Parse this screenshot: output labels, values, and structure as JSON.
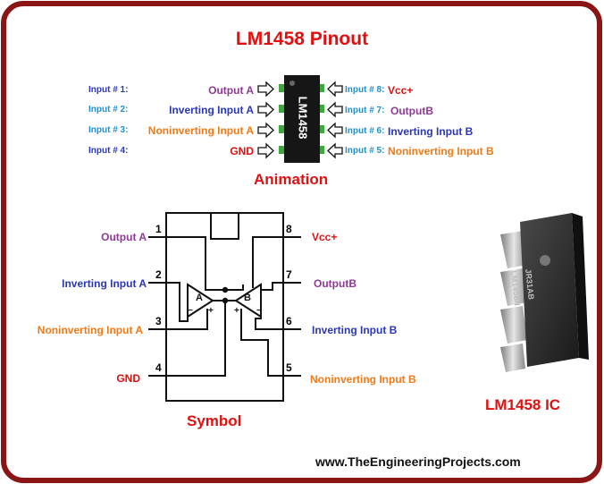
{
  "title": "LM1458 Pinout",
  "animation": {
    "heading": "Animation",
    "chip_label": "LM1458",
    "left_pins": [
      {
        "num": "Input # 1:",
        "name": "Output A"
      },
      {
        "num": "Input # 2:",
        "name": "Inverting Input A"
      },
      {
        "num": "Input # 3:",
        "name": "Noninverting Input A"
      },
      {
        "num": "Input # 4:",
        "name": "GND"
      }
    ],
    "right_pins": [
      {
        "num": "Input # 8:",
        "name": "Vcc+"
      },
      {
        "num": "Input # 7:",
        "name": "OutputB"
      },
      {
        "num": "Input # 6:",
        "name": "Inverting Input B"
      },
      {
        "num": "Input # 5:",
        "name": "Noninverting Input B"
      }
    ]
  },
  "symbol": {
    "heading": "Symbol",
    "left_pins": [
      {
        "n": "1",
        "name": "Output A"
      },
      {
        "n": "2",
        "name": "Inverting Input A"
      },
      {
        "n": "3",
        "name": "Noninverting Input A"
      },
      {
        "n": "4",
        "name": "GND"
      }
    ],
    "right_pins": [
      {
        "n": "8",
        "name": "Vcc+"
      },
      {
        "n": "7",
        "name": "OutputB"
      },
      {
        "n": "6",
        "name": "Inverting Input B"
      },
      {
        "n": "5",
        "name": "Noninverting Input B"
      }
    ],
    "amp_a": "A",
    "amp_b": "B",
    "minus": "−",
    "plus": "+"
  },
  "photo": {
    "chip_text_1": "JR31AB",
    "chip_text_2": "LM1458N",
    "caption": "LM1458 IC"
  },
  "website": "www.TheEngineeringProjects.com",
  "colors": {
    "border": "#8b1414",
    "title": "#e01010",
    "purple": "#8e3a95",
    "blue": "#2a37b8",
    "cyan": "#1f8fd0",
    "orange": "#f07a18",
    "chip_green": "#3ea83e"
  }
}
